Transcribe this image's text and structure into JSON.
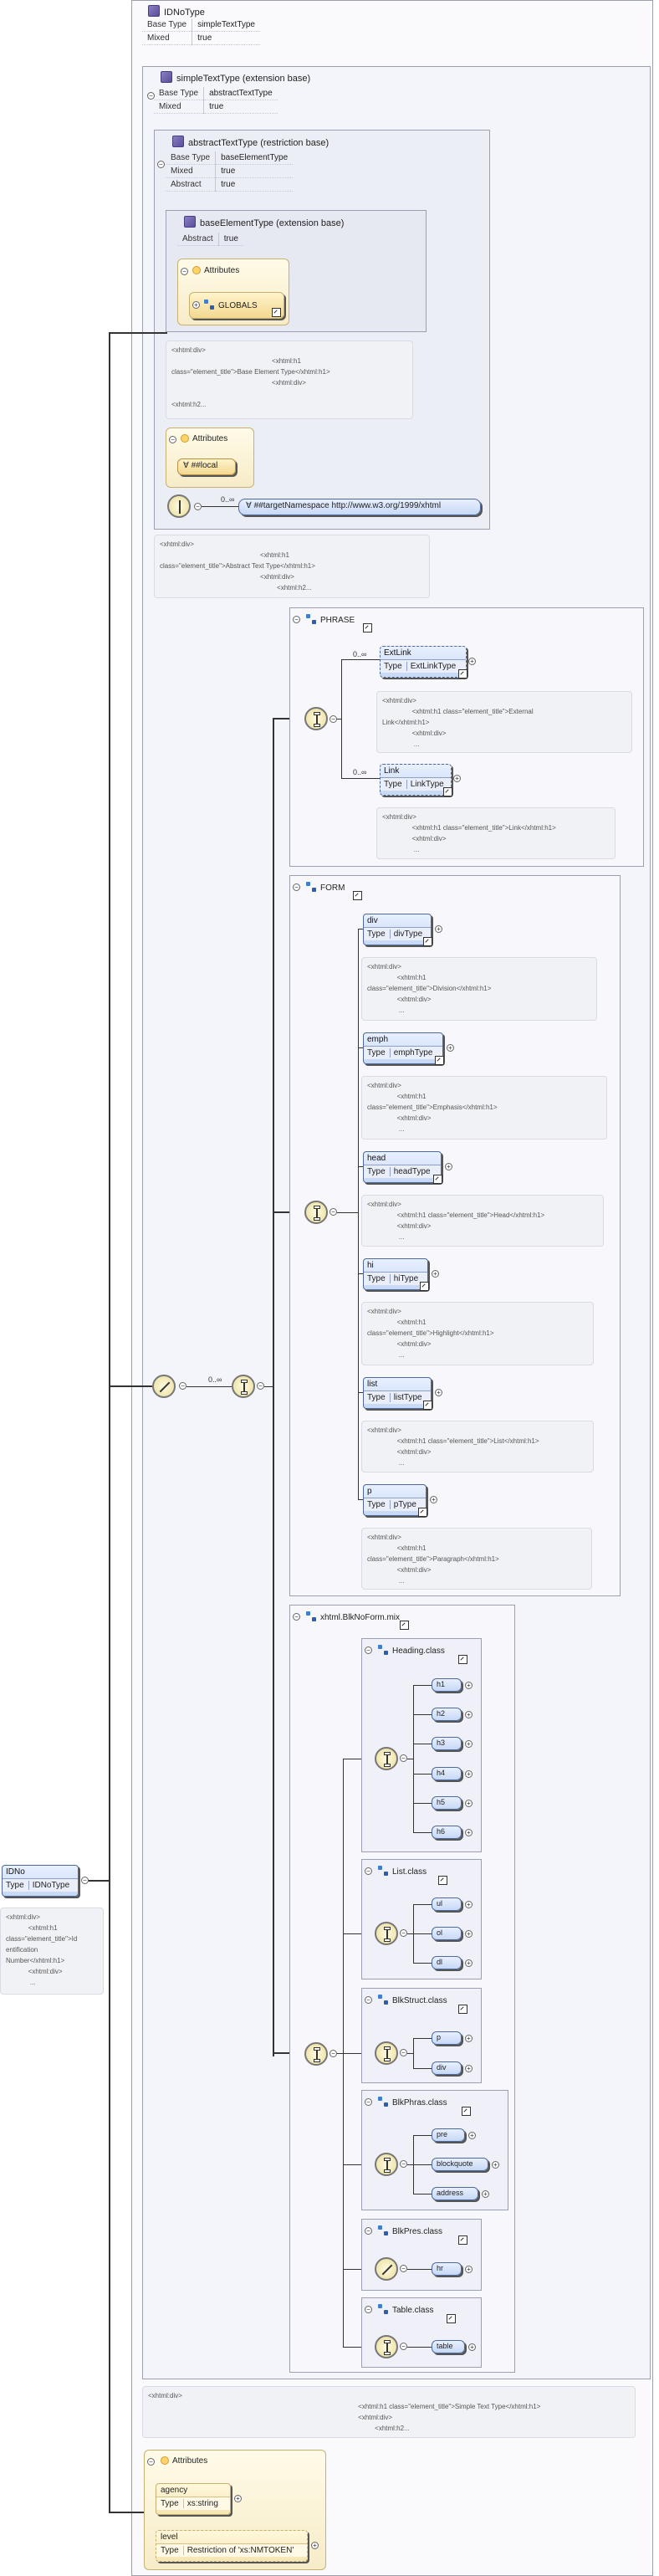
{
  "top": {
    "title": "IDNoType",
    "props": [
      {
        "k": "Base Type",
        "v": "simpleTextType"
      },
      {
        "k": "Mixed",
        "v": "true"
      }
    ]
  },
  "simpleText": {
    "title": "simpleTextType (extension base)",
    "props": [
      {
        "k": "Base Type",
        "v": "abstractTextType"
      },
      {
        "k": "Mixed",
        "v": "true"
      }
    ]
  },
  "abstractText": {
    "title": "abstractTextType (restriction base)",
    "props": [
      {
        "k": "Base Type",
        "v": "baseElementType"
      },
      {
        "k": "Mixed",
        "v": "true"
      },
      {
        "k": "Abstract",
        "v": "true"
      }
    ]
  },
  "baseElement": {
    "title": "baseElementType (extension base)",
    "props": [
      {
        "k": "Abstract",
        "v": "true"
      }
    ],
    "attributes_label": "Attributes",
    "globals_label": "GLOBALS",
    "doc": "<xhtml:div>\n                                                      <xhtml:h1\nclass=\"element_title\">Base Element Type</xhtml:h1>\n                                                      <xhtml:div>\n\n<xhtml:h2..."
  },
  "abstractAttrs": {
    "label": "Attributes",
    "local": "##local"
  },
  "anyElement": {
    "occ": "0..∞",
    "label": "##targetNamespace http://www.w3.org/1999/xhtml"
  },
  "abstractDoc": "<xhtml:div>\n                                                      <xhtml:h1\nclass=\"element_title\">Abstract Text Type</xhtml:h1>\n                                                      <xhtml:div>\n                                                               <xhtml:h2...",
  "mainChoice": {
    "occ": "0..∞"
  },
  "phrase": {
    "title": "PHRASE",
    "elements": [
      {
        "name": "ExtLink",
        "typeKey": "Type",
        "type": "ExtLinkType",
        "occ": "0..∞",
        "doc": "<xhtml:div>\n                <xhtml:h1 class=\"element_title\">External\nLink</xhtml:h1>\n                <xhtml:div>\n                 ..."
      },
      {
        "name": "Link",
        "typeKey": "Type",
        "type": "LinkType",
        "occ": "0..∞",
        "doc": "<xhtml:div>\n                <xhtml:h1 class=\"element_title\">Link</xhtml:h1>\n                <xhtml:div>\n                 ..."
      }
    ]
  },
  "form": {
    "title": "FORM",
    "elements": [
      {
        "name": "div",
        "typeKey": "Type",
        "type": "divType",
        "doc": "<xhtml:div>\n                <xhtml:h1\nclass=\"element_title\">Division</xhtml:h1>\n                <xhtml:div>\n                 ..."
      },
      {
        "name": "emph",
        "typeKey": "Type",
        "type": "emphType",
        "doc": "<xhtml:div>\n                <xhtml:h1\nclass=\"element_title\">Emphasis</xhtml:h1>\n                <xhtml:div>\n                 ..."
      },
      {
        "name": "head",
        "typeKey": "Type",
        "type": "headType",
        "doc": "<xhtml:div>\n                <xhtml:h1 class=\"element_title\">Head</xhtml:h1>\n                <xhtml:div>\n                 ..."
      },
      {
        "name": "hi",
        "typeKey": "Type",
        "type": "hiType",
        "doc": "<xhtml:div>\n                <xhtml:h1\nclass=\"element_title\">Highlight</xhtml:h1>\n                <xhtml:div>\n                 ..."
      },
      {
        "name": "list",
        "typeKey": "Type",
        "type": "listType",
        "doc": "<xhtml:div>\n                <xhtml:h1 class=\"element_title\">List</xhtml:h1>\n                <xhtml:div>\n                 ..."
      },
      {
        "name": "p",
        "typeKey": "Type",
        "type": "pType",
        "doc": "<xhtml:div>\n                <xhtml:h1\nclass=\"element_title\">Paragraph</xhtml:h1>\n                <xhtml:div>\n                 ..."
      }
    ]
  },
  "mix": {
    "title": "xhtml.BlkNoForm.mix",
    "groups": [
      {
        "title": "Heading.class",
        "items": [
          "h1",
          "h2",
          "h3",
          "h4",
          "h5",
          "h6"
        ]
      },
      {
        "title": "List.class",
        "items": [
          "ul",
          "ol",
          "dl"
        ]
      },
      {
        "title": "BlkStruct.class",
        "items": [
          "p",
          "div"
        ]
      },
      {
        "title": "BlkPhras.class",
        "items": [
          "pre",
          "blockquote",
          "address"
        ]
      },
      {
        "title": "BlkPres.class",
        "items": [
          "hr"
        ]
      },
      {
        "title": "Table.class",
        "items": [
          "table"
        ]
      }
    ]
  },
  "simpleDoc": "<xhtml:div>\n                                                                                                                 <xhtml:h1 class=\"element_title\">Simple Text Type</xhtml:h1>\n                                                                                                                 <xhtml:div>\n                                                                                                                          <xhtml:h2...",
  "attributes": {
    "label": "Attributes",
    "items": [
      {
        "name": "agency",
        "typeKey": "Type",
        "type": "xs:string"
      },
      {
        "name": "level",
        "typeKey": "Type",
        "type": "Restriction of 'xs:NMTOKEN'"
      }
    ]
  },
  "root": {
    "name": "IDNo",
    "typeKey": "Type",
    "type": "IDNoType",
    "doc": "<xhtml:div>\n            <xhtml:h1\nclass=\"element_title\">Id\nentification\nNumber</xhtml:h1>\n            <xhtml:div>\n             ..."
  }
}
